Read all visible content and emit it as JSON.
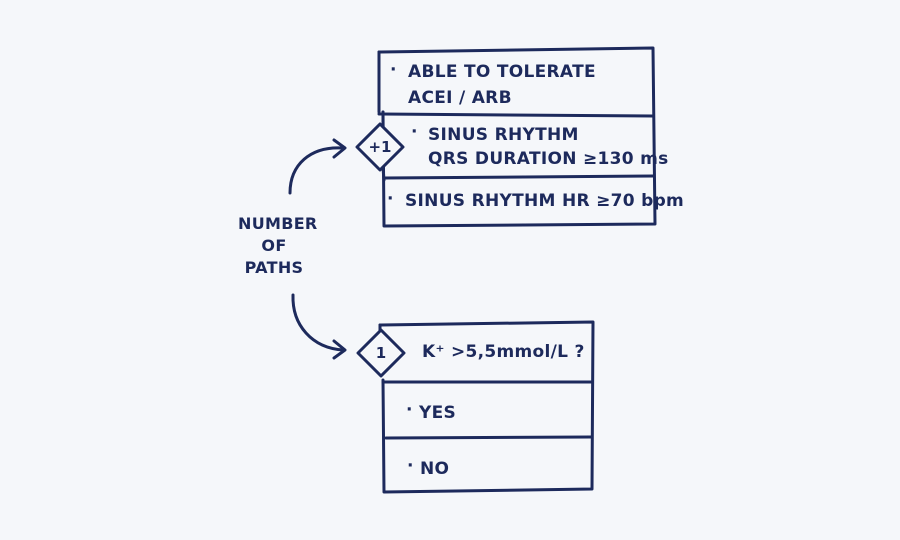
{
  "label": {
    "lines": [
      "NUMBER",
      "OF",
      "PATHS"
    ]
  },
  "top_box": {
    "badge": "+1",
    "rows": [
      {
        "bullet": "·",
        "lines": [
          "ABLE TO TOLERATE",
          "ACEI / ARB"
        ]
      },
      {
        "bullet": "·",
        "lines": [
          "SINUS RHYTHM",
          "QRS DURATION ≥130 ms"
        ]
      },
      {
        "bullet": "·",
        "lines": [
          "SINUS RHYTHM  HR ≥70 bpm"
        ]
      }
    ]
  },
  "bottom_box": {
    "badge": "1",
    "question": "K⁺ >5,5mmol/L ?",
    "options": [
      {
        "bullet": "·",
        "label": "YES"
      },
      {
        "bullet": "·",
        "label": "NO"
      }
    ]
  },
  "colors": {
    "ink": "#1d2a5c",
    "background": "#f5f7fa"
  }
}
